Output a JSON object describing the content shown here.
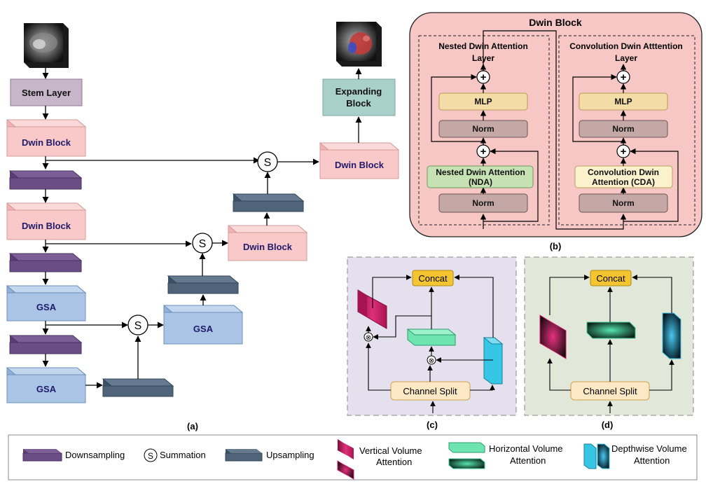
{
  "blocks": {
    "stem_layer": "Stem Layer",
    "dwin_block": "Dwin Block",
    "gsa": "GSA",
    "expanding_block_line1": "Expanding",
    "expanding_block_line2": "Block",
    "summation_symbol": "S"
  },
  "panel_b": {
    "title": "Dwin Block",
    "nested_title_line1": "Nested Dwin Attention",
    "nested_title_line2": "Layer",
    "conv_title_line1": "Convolution Dwin Atttention",
    "conv_title_line2": "Layer",
    "mlp": "MLP",
    "norm": "Norm",
    "nda_line1": "Nested Dwin Attention",
    "nda_line2": "(NDA)",
    "cda_line1": "Convolution Dwin",
    "cda_line2": "Attention (CDA)",
    "plus": "+"
  },
  "panel_c": {
    "concat": "Concat",
    "channel_split": "Channel Split",
    "mult": "⊗"
  },
  "panel_d": {
    "concat": "Concat",
    "channel_split": "Channel Split"
  },
  "captions": {
    "a": "(a)",
    "b": "(b)",
    "c": "(c)",
    "d": "(d)"
  },
  "legend": {
    "downsampling": "Downsampling",
    "summation_symbol": "S",
    "summation": "Summation",
    "upsampling": "Upsampling",
    "vertical_line1": "Vertical Volume",
    "vertical_line2": "Attention",
    "horizontal_line1": "Horizontal Volume",
    "horizontal_line2": "Attention",
    "depthwise_line1": "Depthwise Volume",
    "depthwise_line2": "Attention"
  },
  "colors": {
    "stem": "#c7b6c9",
    "dwin": "#f9c9c9",
    "dwin_text": "#1f1a6b",
    "gsa": "#a9c4e4",
    "expanding": "#a9cfc9",
    "downsampling": "#6b4d85",
    "upsampling": "#4f6478",
    "panel_b_bg": "#f7c7c5",
    "mlp": "#f3dca6",
    "norm": "#c3a8a5",
    "nda": "#c6e2b4",
    "cda": "#fbf1cd",
    "panel_c_bg": "#e5e0ee",
    "panel_d_bg": "#e1e7d9",
    "concat": "#f4c431",
    "channel_split": "#fce8c4",
    "vertical_attention": "#cf1f68",
    "horizontal_attention": "#6ee5b1",
    "depthwise_attention": "#36c5e5"
  },
  "images": {
    "input": "ct-scan-input-image",
    "output": "segmentation-output-image"
  }
}
